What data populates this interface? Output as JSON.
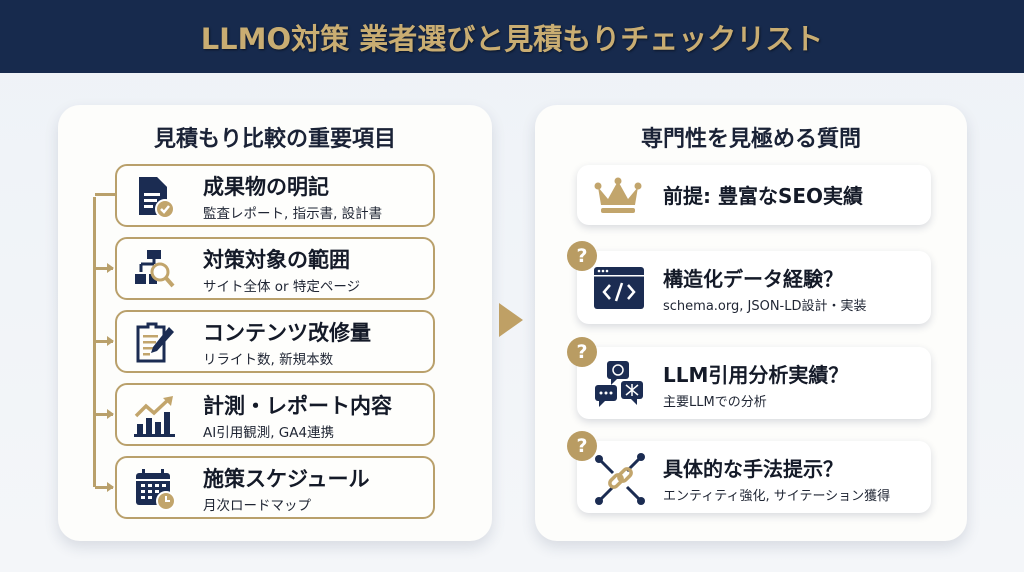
{
  "header": {
    "title": "LLMO対策 業者選びと見積もりチェックリスト"
  },
  "left_panel": {
    "title": "見積もり比較の重要項目",
    "items": [
      {
        "icon": "document-check-icon",
        "title": "成果物の明記",
        "subtitle": "監査レポート, 指示書, 設計書"
      },
      {
        "icon": "sitemap-search-icon",
        "title": "対策対象の範囲",
        "subtitle": "サイト全体 or 特定ページ"
      },
      {
        "icon": "document-edit-icon",
        "title": "コンテンツ改修量",
        "subtitle": "リライト数, 新規本数"
      },
      {
        "icon": "growth-chart-icon",
        "title": "計測・レポート内容",
        "subtitle": "AI引用観測, GA4連携"
      },
      {
        "icon": "calendar-clock-icon",
        "title": "施策スケジュール",
        "subtitle": "月次ロードマップ"
      }
    ]
  },
  "right_panel": {
    "title": "専門性を見極める質問",
    "items": [
      {
        "icon": "crown-icon",
        "title": "前提: 豊富なSEO実績",
        "subtitle": ""
      },
      {
        "icon": "code-window-icon",
        "badge": "?",
        "title": "構造化データ経験？",
        "subtitle": "schema.org, JSON-LD設計・実装"
      },
      {
        "icon": "chat-bubbles-icon",
        "badge": "?",
        "title": "LLM引用分析実績？",
        "subtitle": "主要LLMでの分析"
      },
      {
        "icon": "link-network-icon",
        "badge": "?",
        "title": "具体的な手法提示？",
        "subtitle": "エンティティ強化, サイテーション獲得"
      }
    ]
  },
  "colors": {
    "navy": "#172a4d",
    "gold": "#b9a06b",
    "title_gold": "#c9ad72",
    "background": "#eef2f7"
  }
}
